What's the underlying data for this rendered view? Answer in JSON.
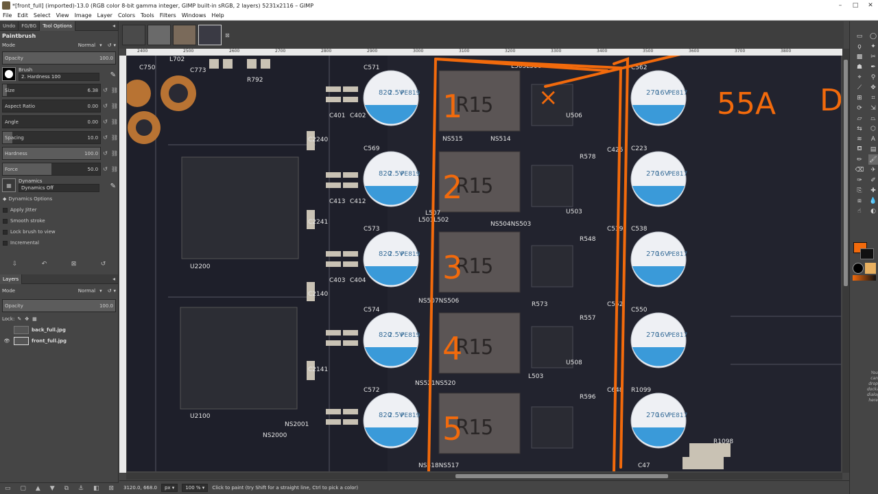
{
  "window": {
    "title": "*[front_full] (imported)-13.0 (RGB color 8-bit gamma integer, GIMP built-in sRGB, 2 layers) 5231x2116 – GIMP",
    "minimize": "–",
    "maximize": "□",
    "close": "✕"
  },
  "menu": [
    "File",
    "Edit",
    "Select",
    "View",
    "Image",
    "Layer",
    "Colors",
    "Tools",
    "Filters",
    "Windows",
    "Help"
  ],
  "left_dock": {
    "tabs": [
      "Undo",
      "FG/BG",
      "Tool Options"
    ],
    "tool_title": "Paintbrush",
    "mode_label": "Mode",
    "mode_value": "Normal",
    "opacity": {
      "label": "Opacity",
      "value": "100.0",
      "fraction": 1.0
    },
    "brush_label": "Brush",
    "brush_value": "2. Hardness 100",
    "size": {
      "label": "Size",
      "value": "6.38",
      "fraction": 0.04
    },
    "aspect": {
      "label": "Aspect Ratio",
      "value": "0.00",
      "fraction": 0.0
    },
    "angle": {
      "label": "Angle",
      "value": "0.00",
      "fraction": 0.0
    },
    "spacing": {
      "label": "Spacing",
      "value": "10.0",
      "fraction": 0.1
    },
    "hardness": {
      "label": "Hardness",
      "value": "100.0",
      "fraction": 1.0
    },
    "force": {
      "label": "Force",
      "value": "50.0",
      "fraction": 0.5
    },
    "dynamics_label": "Dynamics",
    "dynamics_value": "Dynamics Off",
    "dynamics_options": "Dynamics Options",
    "apply_jitter": "Apply Jitter",
    "smooth_stroke": "Smooth stroke",
    "lock_brush": "Lock brush to view",
    "incremental": "Incremental"
  },
  "layers": {
    "tab": "Layers",
    "mode_label": "Mode",
    "mode_value": "Normal",
    "opacity_label": "Opacity",
    "opacity_value": "100.0",
    "lock_label": "Lock:",
    "items": [
      {
        "name": "back_full.jpg"
      },
      {
        "name": "front_full.jpg"
      }
    ]
  },
  "ruler_ticks": [
    "2400",
    "2500",
    "2600",
    "2700",
    "2800",
    "2900",
    "3000",
    "3100",
    "3200",
    "3300",
    "3400",
    "3500",
    "3600",
    "3700",
    "3800"
  ],
  "board": {
    "caps_left": [
      {
        "ref": "C571",
        "value": "820",
        "voltage": "2.5V",
        "code": "PE819"
      },
      {
        "ref": "C569",
        "value": "820",
        "voltage": "2.5V",
        "code": "PE819"
      },
      {
        "ref": "C573",
        "value": "820",
        "voltage": "2.5V",
        "code": "PE819"
      },
      {
        "ref": "C574",
        "value": "820",
        "voltage": "2.5V",
        "code": "PE819"
      },
      {
        "ref": "C572",
        "value": "820",
        "voltage": "2.5V",
        "code": "PE819"
      }
    ],
    "caps_right": [
      {
        "ref": "C562",
        "value": "270",
        "voltage": "16V",
        "code": "PE817"
      },
      {
        "ref": "C223",
        "value": "270",
        "voltage": "16V",
        "code": "PE817"
      },
      {
        "ref": "C538",
        "value": "270",
        "voltage": "16V",
        "code": "PE817"
      },
      {
        "ref": "C550",
        "value": "270",
        "voltage": "16V",
        "code": "PE817"
      },
      {
        "ref": "R1099",
        "value": "270",
        "voltage": "16V",
        "code": "PE817"
      }
    ],
    "inductor_label": "R15",
    "phase_numbers": [
      "1",
      "2",
      "3",
      "4",
      "5"
    ],
    "annotation_top": "55A",
    "annotation_right": "D",
    "annotation_cross": "×",
    "labels": [
      "C750",
      "L702",
      "C773",
      "R792",
      "C2240",
      "C2241",
      "C2140",
      "C2141",
      "U2200",
      "U2100",
      "NS2000",
      "NS2001",
      "NS515",
      "NS514",
      "NS504NS503",
      "NS507NS506",
      "NS521NS520",
      "NS518NS517",
      "L505L506",
      "L501L502",
      "L507",
      "L503",
      "U506",
      "U503",
      "U508",
      "R578",
      "R548",
      "R573",
      "R557",
      "R596",
      "C425",
      "C539",
      "C552",
      "C648",
      "C401",
      "C402",
      "C413",
      "C412",
      "C403",
      "C404",
      "R1098",
      "C47"
    ]
  },
  "status": {
    "coords": "3120.0, 668.0",
    "unit": "px",
    "zoom": "100 %",
    "hint": "Click to paint (try Shift for a straight line, Ctrl to pick a color)"
  },
  "dock_hint": "You can drop dockable dialogs here",
  "colors": {
    "fg": "#f26a0c",
    "bg": "#111111",
    "annotation": "#f26a0c"
  }
}
